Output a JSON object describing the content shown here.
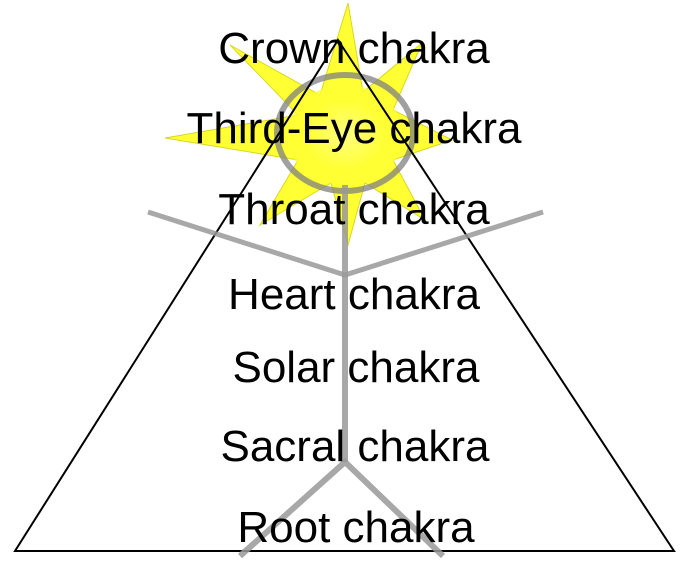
{
  "labels": {
    "crown": "Crown chakra",
    "third_eye": "Third-Eye chakra",
    "throat": "Throat chakra",
    "heart": "Heart chakra",
    "solar": "Solar chakra",
    "sacral": "Sacral chakra",
    "root": "Root chakra"
  },
  "colors": {
    "sun_rays": "#ffff33",
    "sun_core": "#ffff44",
    "halo": "#808080",
    "figure": "#999999",
    "pyramid_outline": "#000000",
    "text": "#000000"
  }
}
